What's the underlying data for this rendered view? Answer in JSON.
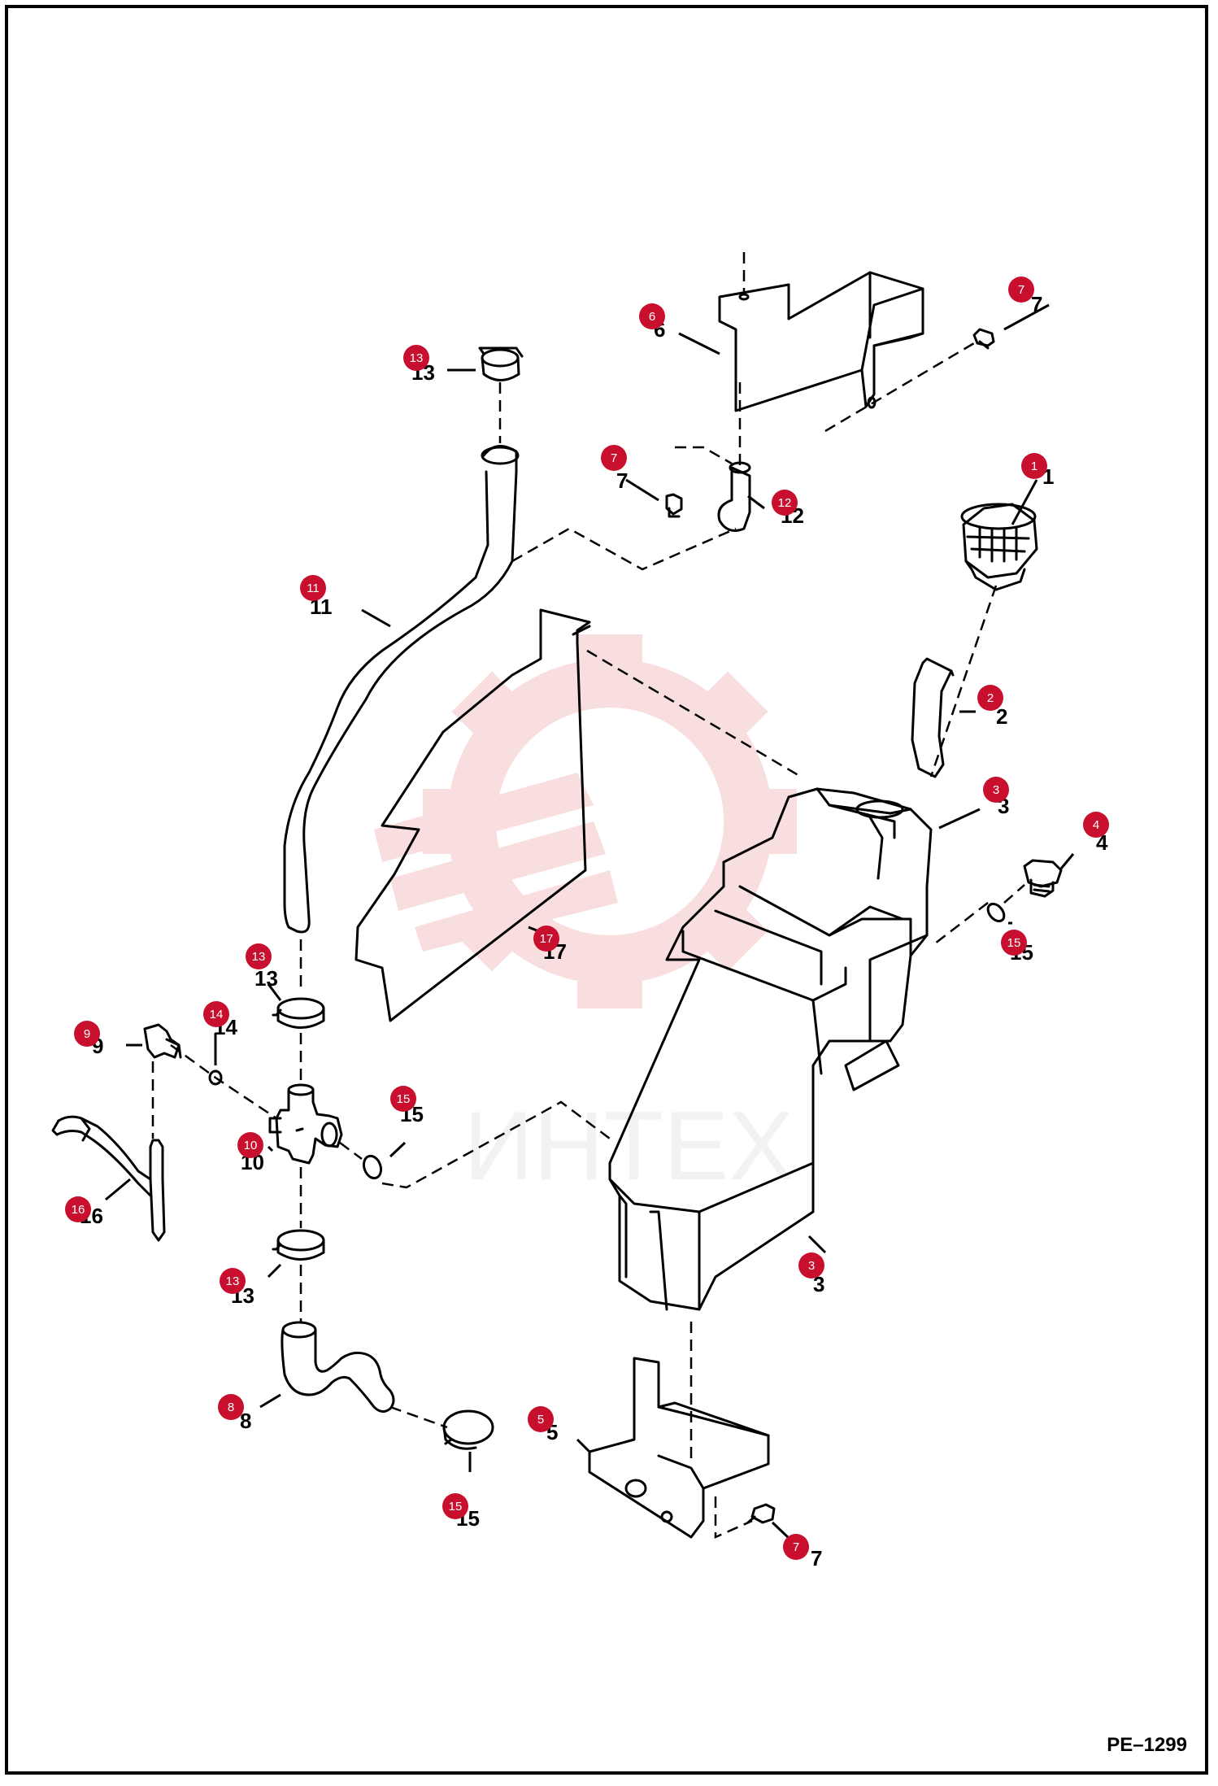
{
  "diagram": {
    "code": "PE–1299",
    "watermark_text": "ИНТЕХ"
  },
  "callouts": [
    {
      "num": "1"
    },
    {
      "num": "2"
    },
    {
      "num": "3"
    },
    {
      "num": "3"
    },
    {
      "num": "4"
    },
    {
      "num": "5"
    },
    {
      "num": "6"
    },
    {
      "num": "7"
    },
    {
      "num": "7"
    },
    {
      "num": "7"
    },
    {
      "num": "8"
    },
    {
      "num": "9"
    },
    {
      "num": "10"
    },
    {
      "num": "11"
    },
    {
      "num": "12"
    },
    {
      "num": "13"
    },
    {
      "num": "13"
    },
    {
      "num": "13"
    },
    {
      "num": "14"
    },
    {
      "num": "15"
    },
    {
      "num": "15"
    },
    {
      "num": "15"
    },
    {
      "num": "16"
    },
    {
      "num": "17"
    }
  ],
  "colors": {
    "callout_fill": "#c8102e",
    "callout_text": "#ffffff",
    "line": "#000000",
    "watermark": "#f2b8b8"
  }
}
